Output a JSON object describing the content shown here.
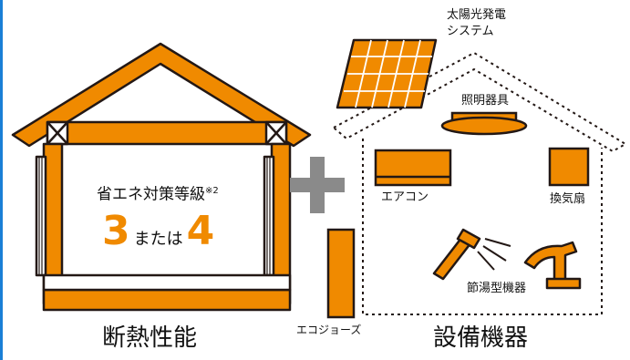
{
  "colors": {
    "accent": "#f08a00",
    "outline": "#231815",
    "plus": "#8a8a8a",
    "panel": "#f7a300"
  },
  "left_house": {
    "rating_label": "省エネ対策等級",
    "rating_note": "※2",
    "rating_value_a": "3",
    "rating_connector": "または",
    "rating_value_b": "4",
    "caption": "断熱性能"
  },
  "right_house": {
    "caption": "設備機器",
    "items": {
      "solar": [
        "太陽光発電",
        "システム"
      ],
      "lighting": "照明器具",
      "aircon": "エアコン",
      "fan": "換気扇",
      "faucet": "節湯型機器",
      "water_heater": "エコジョーズ"
    }
  }
}
